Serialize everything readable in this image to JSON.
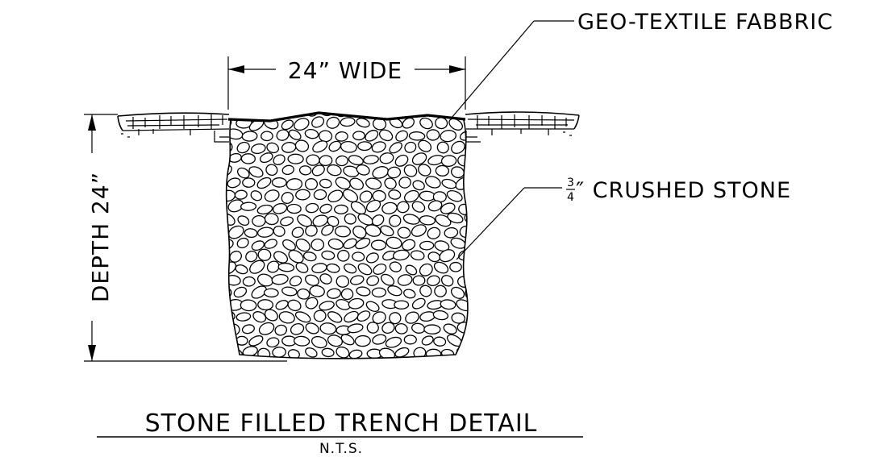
{
  "labels": {
    "fabric": "GEO-TEXTILE FABBRIC",
    "stone_numerator": "3",
    "stone_denominator": "4",
    "stone_suffix": "″ CRUSHED STONE",
    "width_dim": "24” WIDE",
    "depth_dim": "DEPTH 24”"
  },
  "title": {
    "main": "STONE FILLED TRENCH DETAIL",
    "scale": "N.T.S."
  }
}
